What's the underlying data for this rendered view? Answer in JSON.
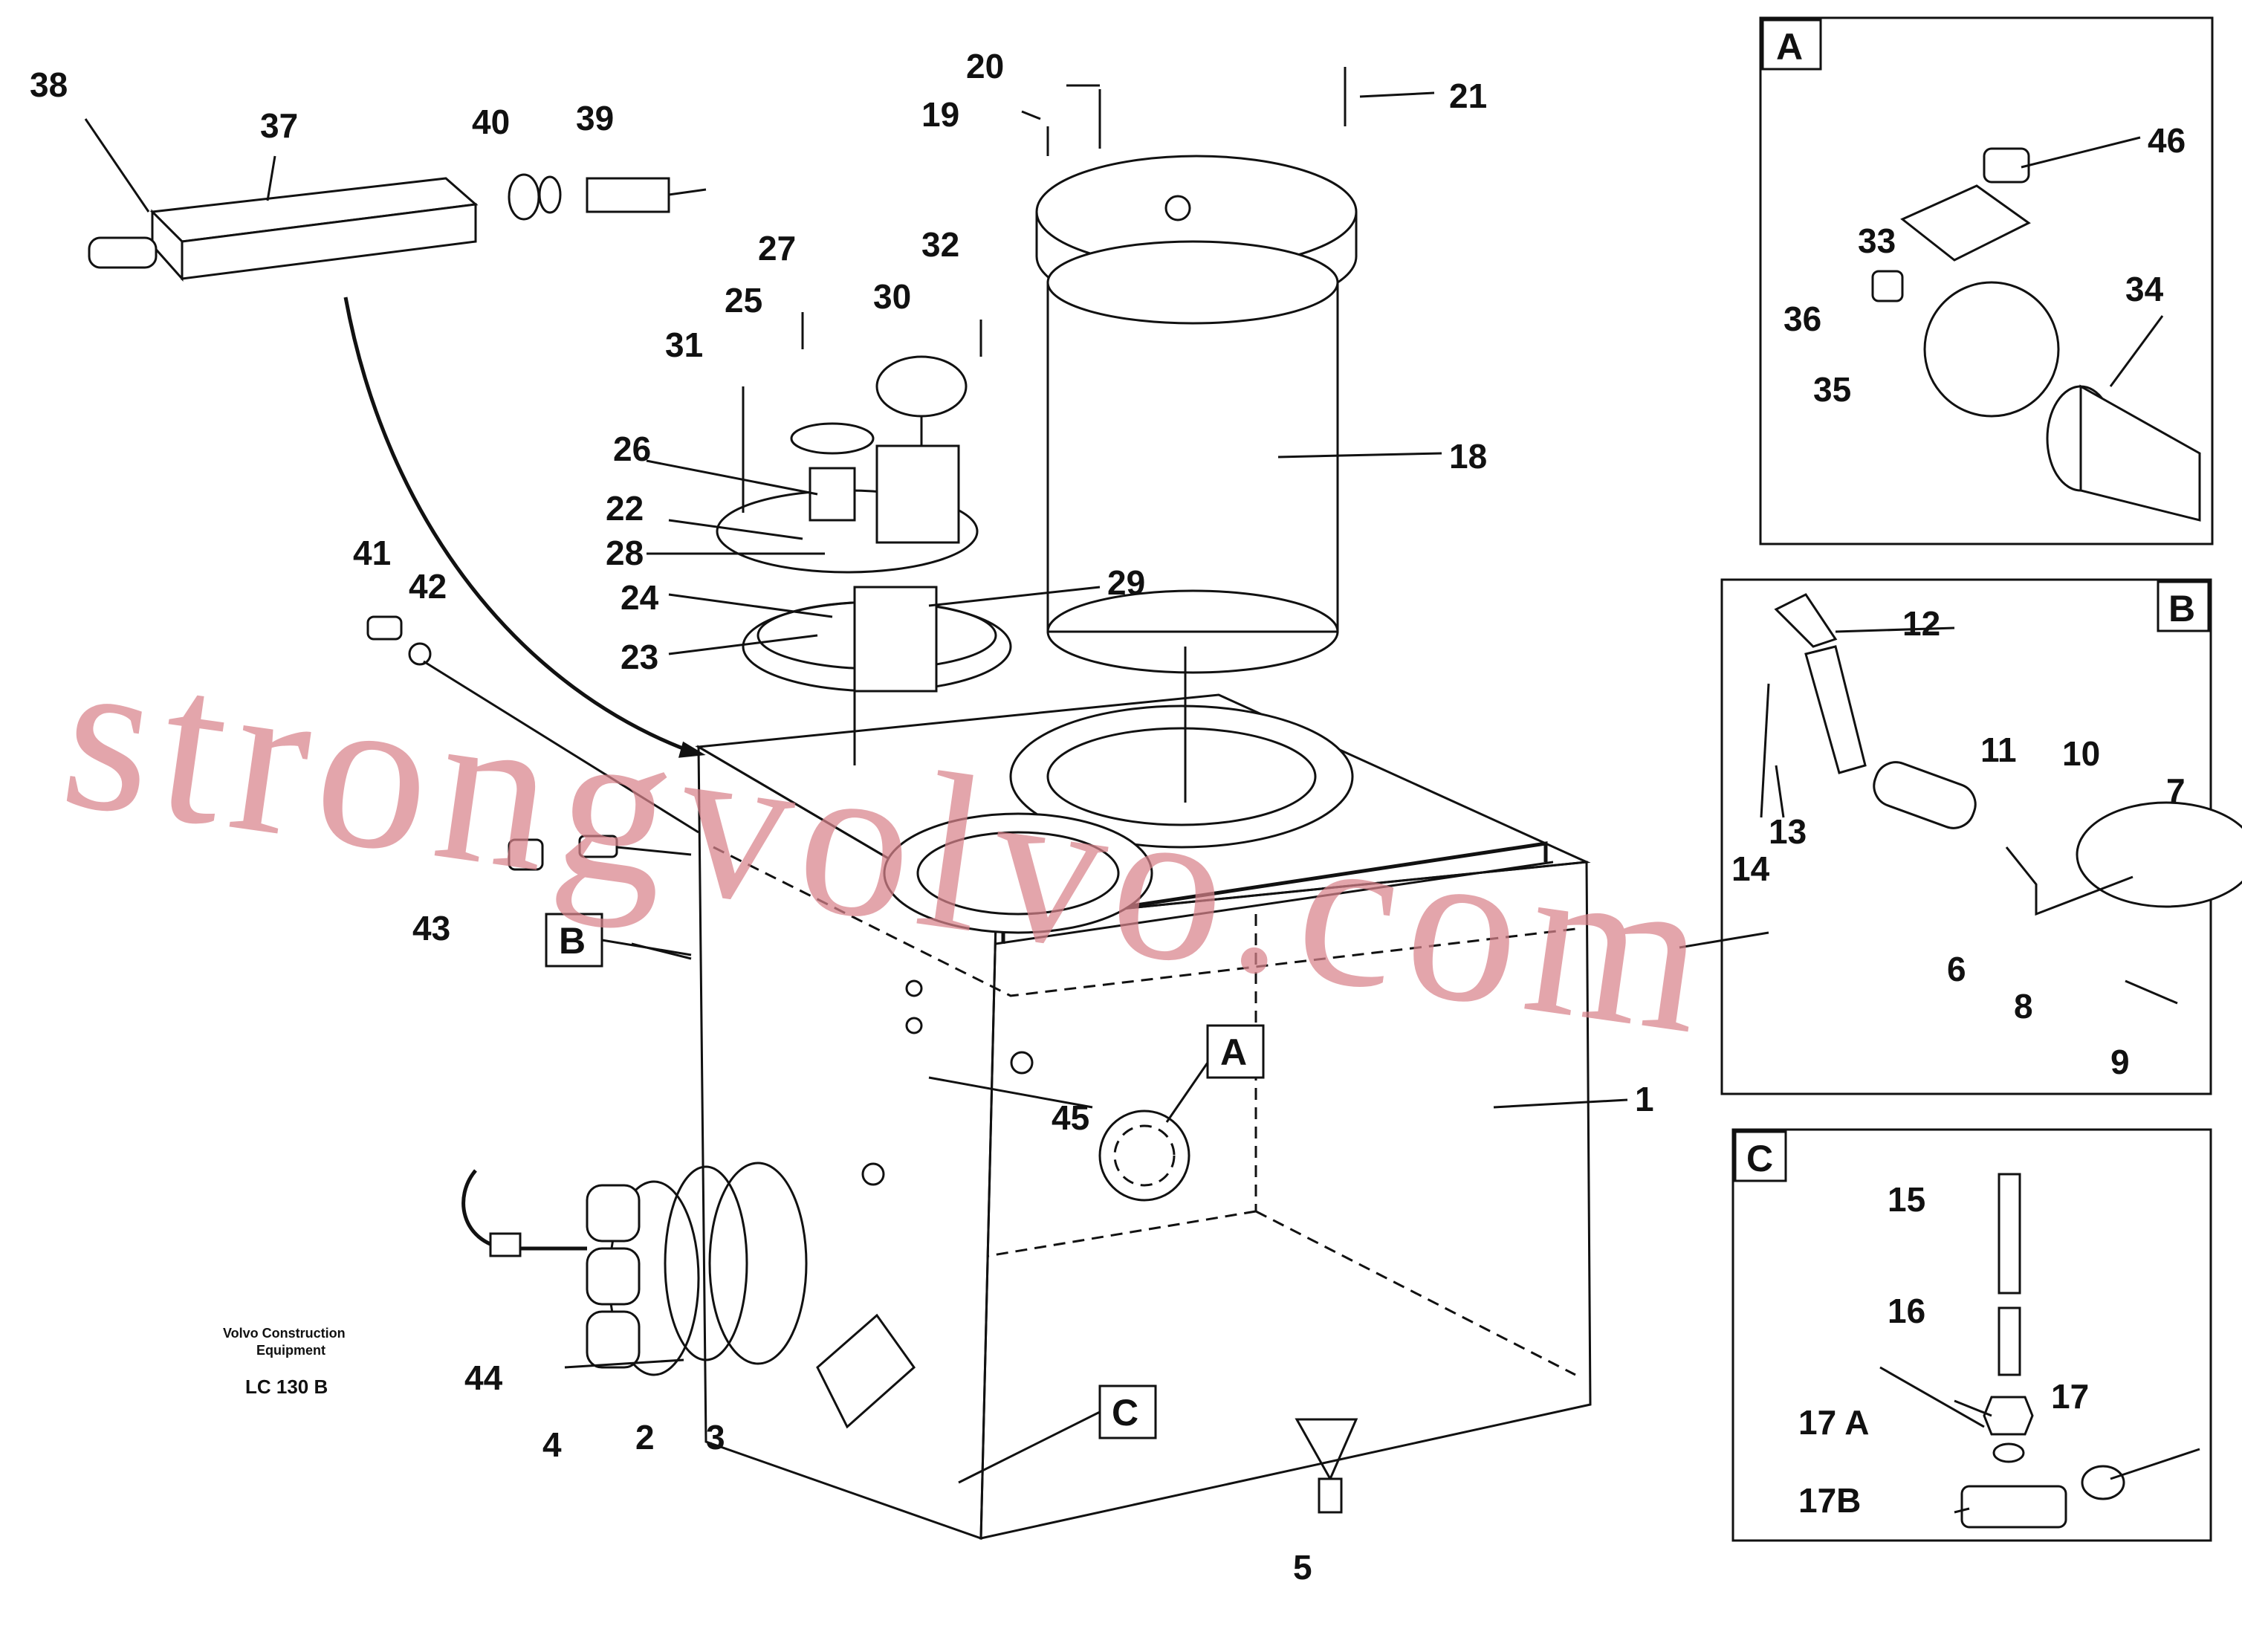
{
  "callouts": {
    "n1": "1",
    "n2": "2",
    "n3": "3",
    "n4": "4",
    "n5": "5",
    "n6": "6",
    "n7": "7",
    "n8": "8",
    "n9": "9",
    "n10": "10",
    "n11": "11",
    "n12": "12",
    "n13": "13",
    "n14": "14",
    "n15": "15",
    "n16": "16",
    "n17": "17",
    "n17a": "17 A",
    "n17b": "17B",
    "n18": "18",
    "n19": "19",
    "n20": "20",
    "n21": "21",
    "n22": "22",
    "n23": "23",
    "n24": "24",
    "n25": "25",
    "n26": "26",
    "n27": "27",
    "n28": "28",
    "n29": "29",
    "n30": "30",
    "n31": "31",
    "n32": "32",
    "n33": "33",
    "n34": "34",
    "n35": "35",
    "n36": "36",
    "n37": "37",
    "n38": "38",
    "n39": "39",
    "n40": "40",
    "n41": "41",
    "n42": "42",
    "n43": "43",
    "n44": "44",
    "n45": "45",
    "n46": "46"
  },
  "detail_boxes": {
    "a": "A",
    "b": "B",
    "c": "C"
  },
  "main_refs": {
    "a": "A",
    "b": "B",
    "c": "C"
  },
  "caption": {
    "line1": "Volvo Construction",
    "line2": "Equipment",
    "model": "LC 130 B"
  },
  "watermark": "strongvolvo.com",
  "colors": {
    "ink": "#111111",
    "watermark": "#d9838c",
    "background": "#ffffff"
  }
}
